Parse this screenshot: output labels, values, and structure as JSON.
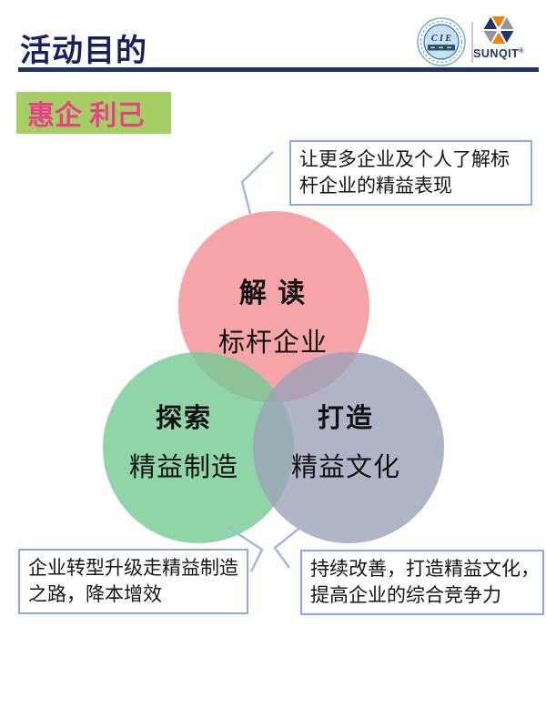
{
  "header": {
    "title": "活动目的",
    "title_color": "#17215F",
    "underline_color": "#1B3665"
  },
  "logos": {
    "cie": {
      "text": "C I E",
      "ring_color": "#2E75B6",
      "fill_color": "#C9DFF2"
    },
    "sunqit": {
      "wordmark": "SUNQIT",
      "reg": "®",
      "colors": {
        "orange": "#EF8200",
        "navy": "#1E3668",
        "gray": "#939598"
      }
    }
  },
  "highlight": {
    "label": "惠企 利己",
    "bg_color": "#A6CF63",
    "text_color": "#E8418C"
  },
  "venn": {
    "type": "venn-3-circle",
    "circles": [
      {
        "position": "top",
        "title": "解 读",
        "subtitle": "标杆企业",
        "color": "#F4A2A6"
      },
      {
        "position": "bottom-left",
        "title": "探索",
        "subtitle": "精益制造",
        "color": "#90D5A9"
      },
      {
        "position": "bottom-right",
        "title": "打造",
        "subtitle": "精益文化",
        "color": "#AEB4C6"
      }
    ]
  },
  "callouts": {
    "border_color": "#8EA9DB",
    "leader_color": "#A3B8DF",
    "top": {
      "lines": [
        "让更多企业及个人了解标",
        "杆企业的精益表现"
      ]
    },
    "bottom_left": {
      "lines": [
        "企业转型升级走精益制造",
        "之路，降本增效"
      ]
    },
    "bottom_right": {
      "lines": [
        "持续改善，打造精益文化，",
        "提高企业的综合竞争力"
      ]
    }
  }
}
